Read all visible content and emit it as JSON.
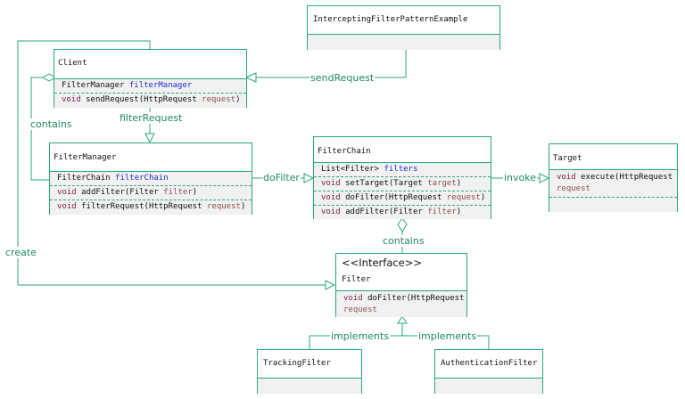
{
  "classes": {
    "example": {
      "name": "InterceptingFilterPatternExample"
    },
    "client": {
      "name": "Client",
      "field": {
        "type": "FilterManager",
        "name": "filterManager"
      },
      "method": {
        "ret": "void",
        "sig": "sendRequest(HttpRequest",
        "param": "request",
        "close": ")"
      }
    },
    "filter_manager": {
      "name": "FilterManager",
      "field": {
        "type": "FilterChain",
        "name": "filterChain"
      },
      "methods": [
        {
          "ret": "void",
          "sig": "addFilter(Filter",
          "param": "filter",
          "close": ")"
        },
        {
          "ret": "void",
          "sig": "filterRequest(HttpRequest",
          "param": "request",
          "close": ")"
        }
      ]
    },
    "filter_chain": {
      "name": "FilterChain",
      "field": {
        "type": "List<Filter>",
        "name": "filters"
      },
      "methods": [
        {
          "ret": "void",
          "sig": "setTarget(Target",
          "param": "target",
          "close": ")"
        },
        {
          "ret": "void",
          "sig": "doFilter(HttpRequest",
          "param": "request",
          "close": ")"
        },
        {
          "ret": "void",
          "sig": "addFilter(Filter",
          "param": "filter",
          "close": ")"
        }
      ]
    },
    "target": {
      "name": "Target",
      "method": {
        "ret": "void",
        "sig": "execute(HttpRequest",
        "param": "request"
      }
    },
    "filter": {
      "stereotype": "<<Interface>>",
      "name": "Filter",
      "method": {
        "ret": "void",
        "sig": "doFilter(HttpRequest",
        "param": "request"
      }
    },
    "tracking": {
      "name": "TrackingFilter"
    },
    "authentication": {
      "name": "AuthenticationFilter"
    }
  },
  "relations": {
    "send_request": "sendRequest",
    "filter_request": "filterRequest",
    "contains_client": "contains",
    "do_filter": "doFilter",
    "invoke": "invoke",
    "contains_chain": "contains",
    "create": "create",
    "implements_left": "implements",
    "implements_right": "implements"
  },
  "colors": {
    "line": "#2aa67c",
    "label": "#1f8a5e",
    "keyword": "#7a1f4a",
    "field": "#1e2fd2",
    "param": "#8a5050",
    "section_bg": "#f1f1f1"
  }
}
